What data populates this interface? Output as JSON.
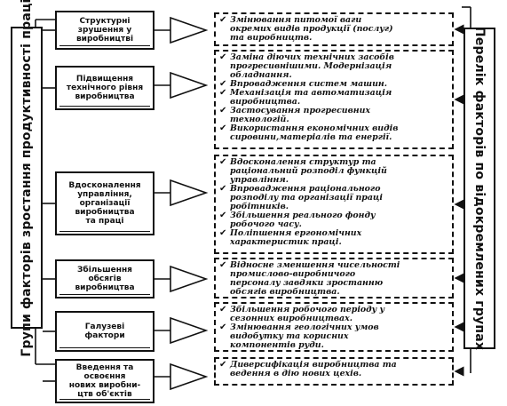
{
  "left_label": "Групи факторів зростання продуктивності праці",
  "right_label": "Перелік факторів по відокремлених групах",
  "groups": [
    {
      "label": "Структурні\nзрушення у\nвиробництві",
      "factors": [
        "Змінювання питомої ваги\nокремих видів продукції (послуг)\nта виробництв."
      ]
    },
    {
      "label": "Підвищення\nтехнічного рівня\nвиробництва",
      "factors": [
        "Заміна діючих технічних засобів\nпрогресивнішими. Модернізація\nобладнання.",
        "Впровадження систем машин.",
        "Механізація та автоматизація\nвиробництва.",
        "Застосування прогресивних\nтехнологій.",
        "Використання економічних видів\nсировини,матеріалів та енергії."
      ]
    },
    {
      "label": "Вдосконалення\nуправління,\nорганізації\nвиробництва\nта праці",
      "factors": [
        "Вдосконалення структур та\nраціональний розподіл функцій\nуправління.",
        "Впровадження раціонального\nрозподілу та організації праці\nробітників.",
        "Збільшення реального фонду\nробочого часу.",
        "Поліпшення ергономічних\nхарактеристик праці."
      ]
    },
    {
      "label": "Збільшення\nобсягів\nвиробництва",
      "factors": [
        "Відносне зменшення чисельності\nпромислово-виробничого\nперсоналу завдяки зростанню\nобсягів виробництва."
      ]
    },
    {
      "label": "Галузеві\nфактори",
      "factors": [
        "Збільшення робочого періоду у\nсезонних виробництвах.",
        "Змінювання геологічних умов\nвидобутку та корисних\nкомпонентів руди."
      ]
    },
    {
      "label": "Введення та\nосвоєння\nнових виробни-\nцтв об'єктів",
      "factors": [
        "Диверсифікація виробництва та\nведення в дію нових цехів."
      ]
    }
  ],
  "check_symbol": "✔"
}
